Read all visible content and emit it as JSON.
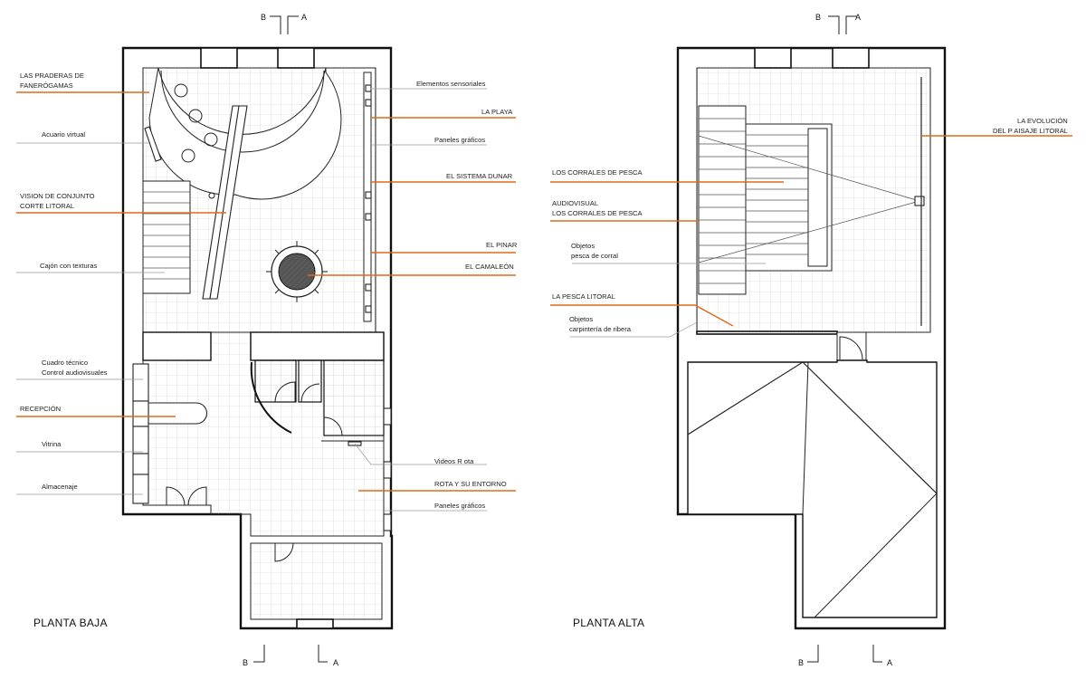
{
  "titles": {
    "ground": "PLANTA BAJA",
    "upper": "PLANTA ALTA"
  },
  "sections": {
    "b": "B",
    "a": "A"
  },
  "ground_left_labels": {
    "praderas_1": "LAS PRADERAS DE",
    "praderas_2": "FANERÓGAMAS",
    "acuario": "Acuario virtual",
    "vision_1": "VISION DE CONJUNTO",
    "vision_2": "CORTE LITORAL",
    "cajon": "Cajón con texturas",
    "cuadro_1": "Cuadro técnico",
    "cuadro_2": "Control audiovisuales",
    "recepcion": "RECEPCIÓN",
    "vitrina": "Vitrina",
    "almacenaje": "Almacenaje"
  },
  "ground_right_labels": {
    "elementos": "Elementos sensoriales",
    "playa": "LA PLAYA",
    "paneles_1": "Paneles gráficos",
    "dunar": "EL SISTEMA DUNAR",
    "pinar": "EL PINAR",
    "camaleon": "EL CAMALEÓN",
    "videos": "Videos R ota",
    "rota": "ROTA Y SU ENTORNO",
    "paneles_2": "Paneles gráficos"
  },
  "upper_labels": {
    "evolucion_1": "LA EVOLUCIÓN",
    "evolucion_2": "DEL P AISAJE LITORAL",
    "corrales": "LOS CORRALES DE PESCA",
    "audiovisual_1": "AUDIOVISUAL",
    "audiovisual_2": "LOS CORRALES DE PESCA",
    "objetos_corral_1": "Objetos",
    "objetos_corral_2": "pesca de corral",
    "pesca_litoral": "LA PESCA LITORAL",
    "objetos_ribera_1": "Objetos",
    "objetos_ribera_2": "carpintería de ribera"
  },
  "colors": {
    "orange_leader": "#e06a1a",
    "grey_leader": "#9a9a9a",
    "wall": "#111111",
    "grid": "#d0d0d0"
  }
}
